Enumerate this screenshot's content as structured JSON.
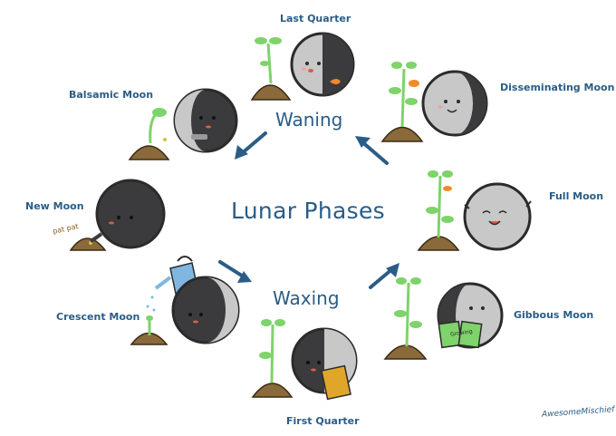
{
  "title": "Lunar Phases",
  "arc_labels": {
    "waning": "Waning",
    "waxing": "Waxing"
  },
  "phases": {
    "last_quarter": "Last Quarter",
    "disseminating": "Disseminating Moon",
    "balsamic": "Balsamic Moon",
    "new_moon": "New Moon",
    "full_moon": "Full Moon",
    "crescent": "Crescent Moon",
    "gibbous": "Gibbous Moon",
    "first_quarter": "First Quarter"
  },
  "sound_effect": "pat pat",
  "book_text": "Growing",
  "signature": "AwesomeMischief",
  "colors": {
    "text": "#2a5d86",
    "moon_dark": "#3b3b3d",
    "moon_light": "#c8c8c8",
    "soil": "#8a6a3a",
    "sprout": "#7ed36a",
    "arrow": "#2a5d86",
    "watering_can": "#7fb7e0",
    "book": "#e0a62a"
  }
}
